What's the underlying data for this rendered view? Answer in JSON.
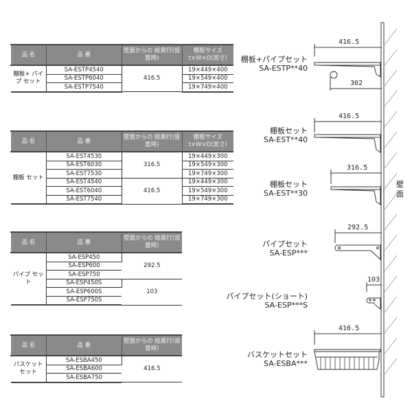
{
  "headers": {
    "name": "品 名",
    "part": "品 番",
    "depth": "壁面からの 総奥行(設置時)",
    "size": "棚板サイズ t×W×D(実寸)"
  },
  "tables": [
    {
      "name": "棚板+ パイプ セット",
      "rows": [
        {
          "part": "SA-ESTP4540",
          "size": "19×449×400"
        },
        {
          "part": "SA-ESTP6040",
          "size": "19×549×400"
        },
        {
          "part": "SA-ESTP7540",
          "size": "19×749×400"
        }
      ],
      "depth_groups": [
        {
          "value": "416.5",
          "span": 3
        }
      ]
    },
    {
      "name": "棚板 セット",
      "rows": [
        {
          "part": "SA-EST4530",
          "size": "19×449×300"
        },
        {
          "part": "SA-EST6030",
          "size": "19×549×300"
        },
        {
          "part": "SA-EST7530",
          "size": "19×749×300"
        },
        {
          "part": "SA-EST4540",
          "size": "19×449×300"
        },
        {
          "part": "SA-EST6040",
          "size": "19×549×300"
        },
        {
          "part": "SA-EST7540",
          "size": "19×749×300"
        }
      ],
      "depth_groups": [
        {
          "value": "316.5",
          "span": 3
        },
        {
          "value": "416.5",
          "span": 3
        }
      ]
    },
    {
      "name": "パイプ セット",
      "rows": [
        {
          "part": "SA-ESP450"
        },
        {
          "part": "SA-ESP600"
        },
        {
          "part": "SA-ESP750"
        },
        {
          "part": "SA-ESP450S"
        },
        {
          "part": "SA-ESP600S"
        },
        {
          "part": "SA-ESP750S"
        }
      ],
      "depth_groups": [
        {
          "value": "292.5",
          "span": 3
        },
        {
          "value": "103",
          "span": 3
        }
      ]
    },
    {
      "name": "バスケット セット",
      "rows": [
        {
          "part": "SA-ESBA450"
        },
        {
          "part": "SA-ESBA600"
        },
        {
          "part": "SA-ESBA750"
        }
      ],
      "depth_groups": [
        {
          "value": "416.5",
          "span": 3
        }
      ]
    }
  ],
  "diagram": {
    "wall_label": "壁面",
    "items": [
      {
        "title": "棚板+パイプセット",
        "code": "SA-ESTP**40",
        "dim": "416.5",
        "dim2": "302"
      },
      {
        "title": "棚板セット",
        "code": "SA-EST**40",
        "dim": "416.5"
      },
      {
        "title": "棚板セット",
        "code": "SA-EST**30",
        "dim": "316.5"
      },
      {
        "title": "パイプセット",
        "code": "SA-ESP***",
        "dim": "292.5"
      },
      {
        "title": "パイプセット(ショート)",
        "code": "SA-ESP***S",
        "dim": "103"
      },
      {
        "title": "バスケットセット",
        "code": "SA-ESBA***",
        "dim": "416.5"
      }
    ]
  }
}
